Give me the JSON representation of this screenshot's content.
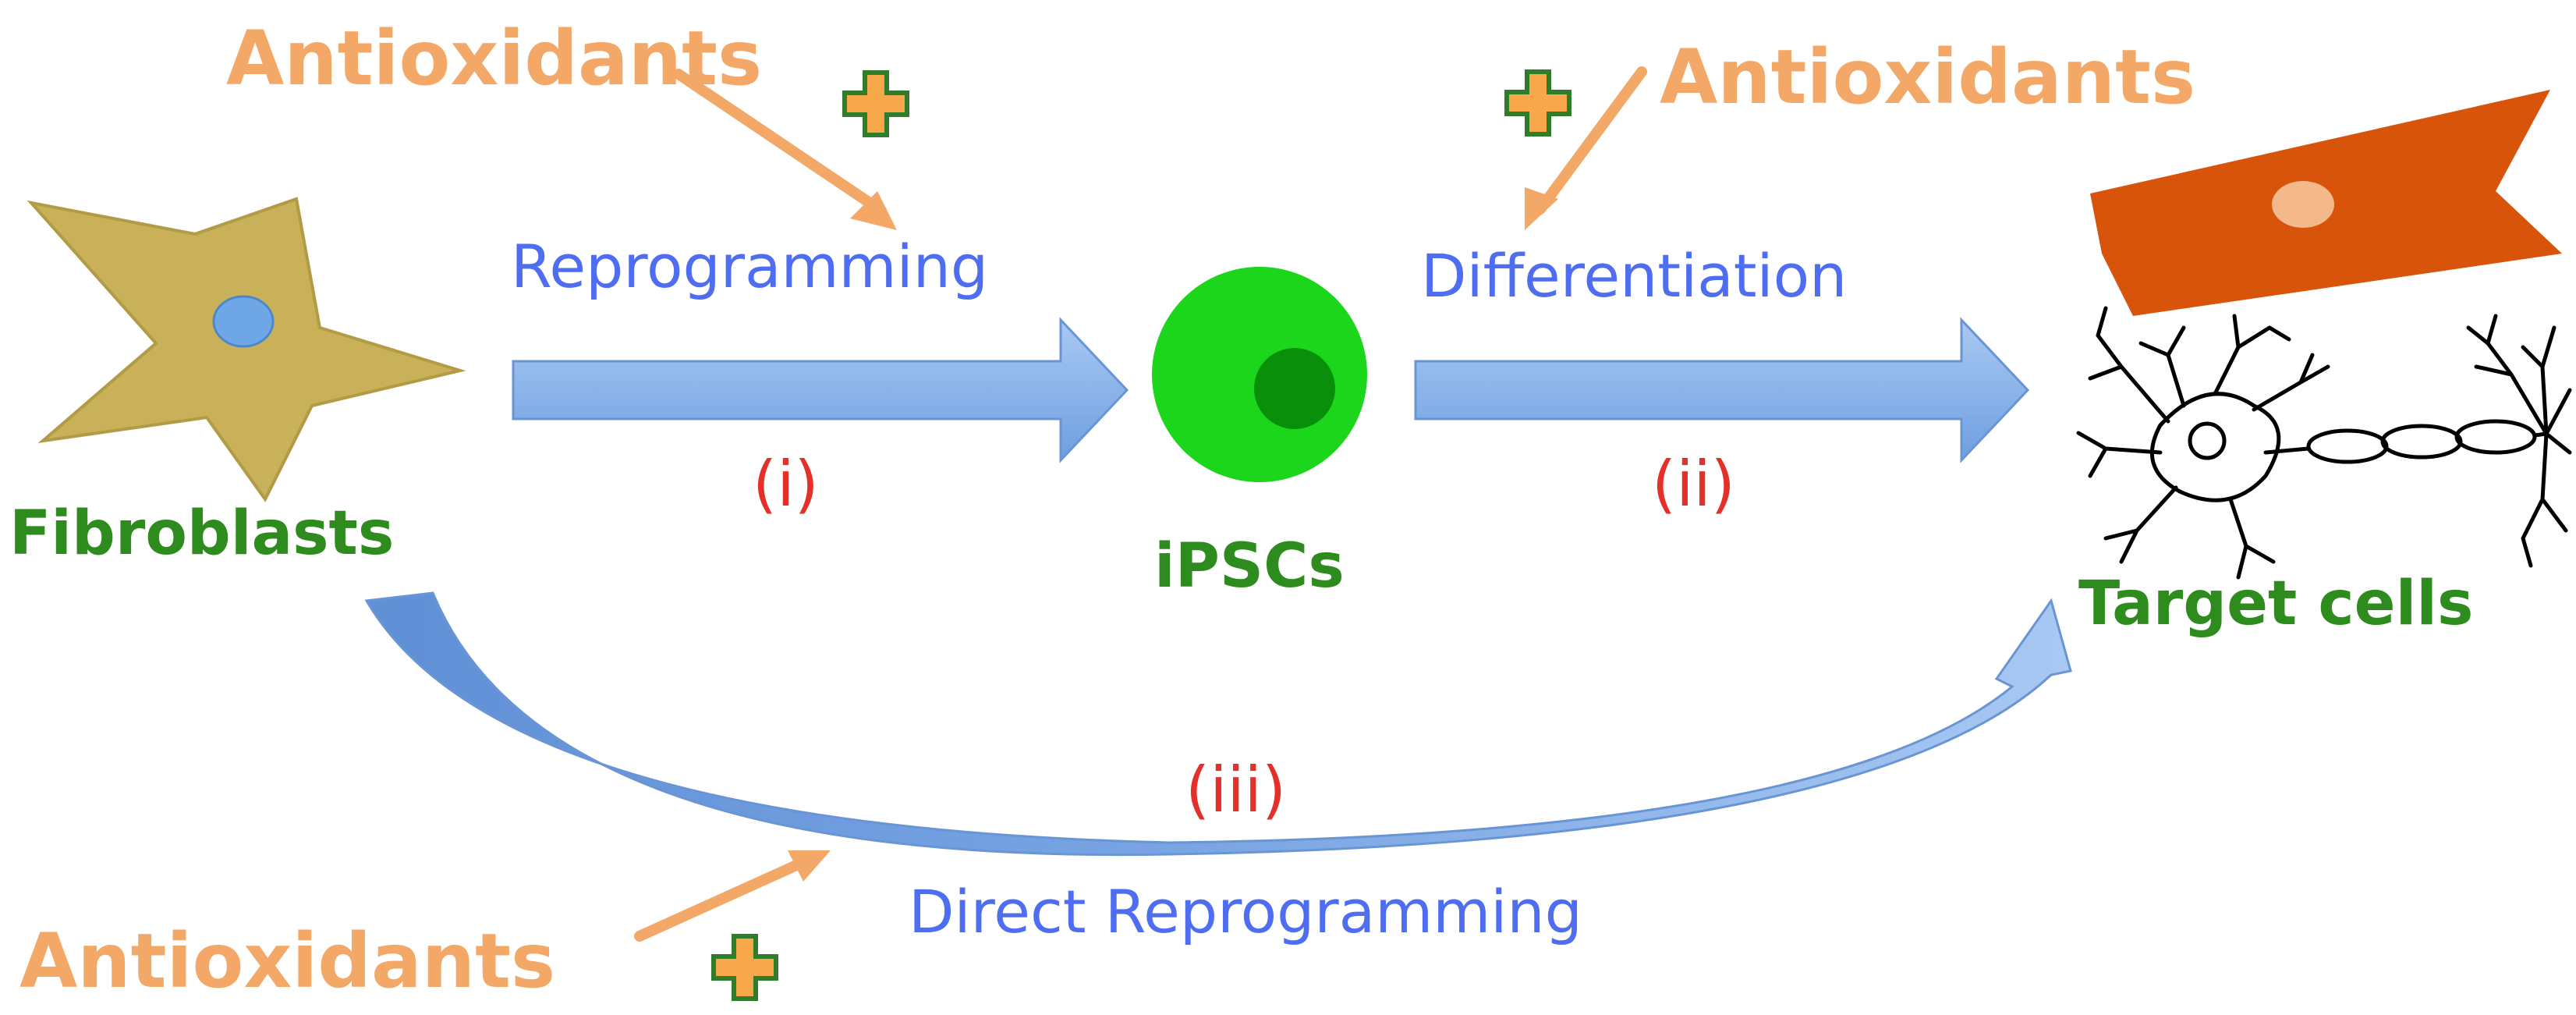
{
  "diagram": {
    "nodes": {
      "fibroblasts": "Fibroblasts",
      "ipscs": "iPSCs",
      "target_cells": "Target cells"
    },
    "paths": {
      "reprogramming": {
        "label": "Reprogramming",
        "step": "(i)"
      },
      "differentiation": {
        "label": "Differentiation",
        "step": "(ii)"
      },
      "direct": {
        "label": "Direct Reprogramming",
        "step": "(iii)"
      }
    },
    "enhancer": {
      "label": "Antioxidants",
      "symbol": "+"
    },
    "colors": {
      "node_label": "#2e8b1e",
      "path_label": "#4f6df0",
      "step_label": "#e5302a",
      "enhancer": "#f4a867",
      "plus_fill": "#f6a84a",
      "plus_stroke": "#2f7d2a",
      "arrow": "#8fb5ea",
      "fibroblast": "#c9b15a",
      "nucleus": "#6fa7e6",
      "ipsc": "#1bd61b",
      "ipsc_nucleus": "#0a8f0a",
      "target_cell": "#d9540b",
      "target_nucleus": "#f4b98b"
    }
  }
}
